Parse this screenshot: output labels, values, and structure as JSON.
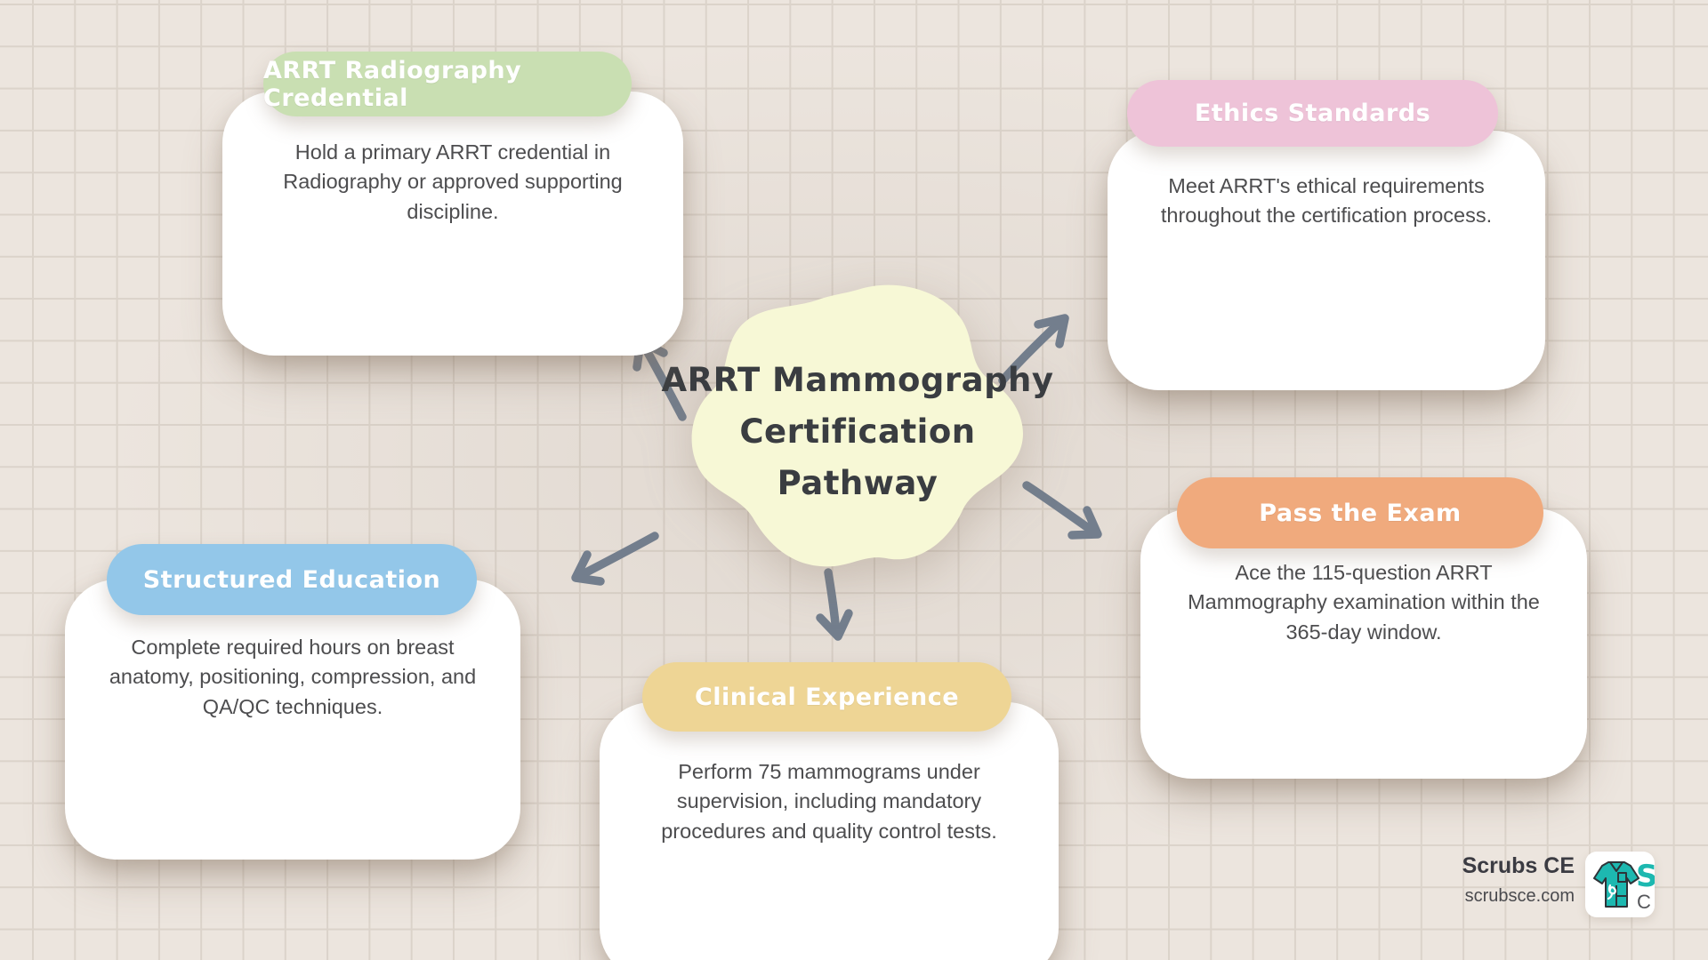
{
  "page": {
    "title": "ARRT Mammography Certification Pathway"
  },
  "center_topic": {
    "lines": [
      "ARRT Mammography",
      "Certification",
      "Pathway"
    ],
    "blob_color": "#f7f8d6",
    "text_color": "#3a3d41"
  },
  "nodes": [
    {
      "label": "ARRT Radiography Credential",
      "body": "Hold a primary ARRT credential in Radiography or approved supporting discipline.",
      "color": "#c9dfb2"
    },
    {
      "label": "Ethics Standards",
      "body": "Meet ARRT's ethical requirements throughout the certification process.",
      "color": "#eec3d8"
    },
    {
      "label": "Pass the Exam",
      "body": "Ace the 115-question ARRT Mammography examination within the 365-day window.",
      "color": "#f0aa7d"
    },
    {
      "label": "Structured Education",
      "body": "Complete required hours on breast anatomy, positioning, compression, and QA/QC techniques.",
      "color": "#93c7e9"
    },
    {
      "label": "Clinical Experience",
      "body": "Perform 75 mammograms under supervision, including mandatory procedures and quality control tests.",
      "color": "#eed595"
    }
  ],
  "branding": {
    "name": "Scrubs CE",
    "website": "scrubsce.com",
    "accent_color": "#1db8b0",
    "logo_partial_s": "S",
    "logo_partial_c": "C"
  },
  "style": {
    "background": "#ece5de",
    "grid_line": "#dbd3ca",
    "arrow_color": "#737e8d"
  }
}
